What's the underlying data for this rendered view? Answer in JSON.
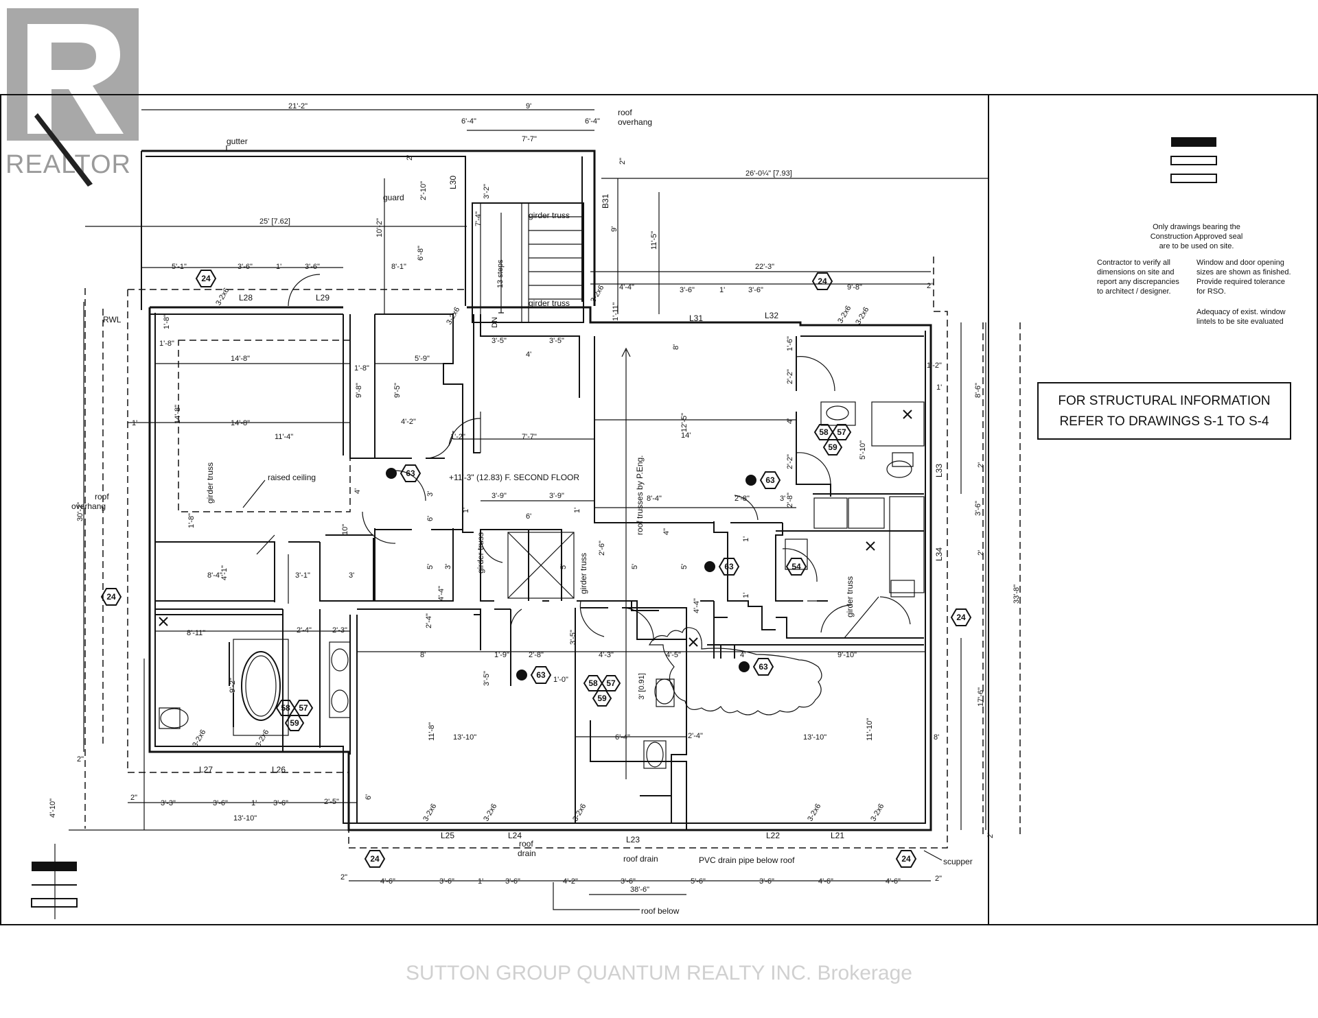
{
  "brand": {
    "logo_text": "REALTOR",
    "logo_color": "#9a9a9a"
  },
  "watermark": "SUTTON GROUP QUANTUM REALTY INC. Brokerage",
  "notes": {
    "seal": [
      "Only drawings bearing the",
      "Construction Approved seal",
      "are to be used on site."
    ],
    "contractor": [
      "Contractor to verify all",
      "dimensions on site and",
      "report any discrepancies",
      "to architect / designer."
    ],
    "openings": [
      "Window and door opening",
      "sizes are shown as finished.",
      "Provide required tolerance",
      "for RSO."
    ],
    "lintels": [
      "Adequacy of  exist. window",
      "lintels to be site evaluated"
    ]
  },
  "structural_box": [
    "FOR STRUCTURAL INFORMATION",
    "REFER TO DRAWINGS S-1 TO  S-4"
  ],
  "labels": {
    "gutter": "gutter",
    "guard": "guard",
    "roof_overhang_top": [
      "roof",
      "overhang"
    ],
    "roof_overhang_left": [
      "roof",
      "overhang"
    ],
    "rwl": "RWL",
    "raised_ceiling": "raised ceiling",
    "girder_truss": "girder truss",
    "steps": "13 steps",
    "dn": "DN",
    "second_floor": "+11'-3\" (12.83) F. SECOND FLOOR",
    "roof_trusses": "roof trusses by P.Eng.",
    "roof_drain_left": [
      "roof",
      "drain"
    ],
    "roof_drain": "roof drain",
    "pvc": "PVC drain pipe below roof",
    "scupper": "scupper",
    "roof_below": "roof below"
  },
  "lintels": {
    "L28": "L28",
    "L29": "L29",
    "L30": "L30",
    "L31": "L31",
    "L32": "L32",
    "B31": "B31",
    "L33": "L33",
    "L34": "L34",
    "L27": "L27",
    "L26": "L26",
    "L25": "L25",
    "L24": "L24",
    "L23": "L23",
    "L22": "L22",
    "L21": "L21"
  },
  "tags": {
    "t24": "24",
    "t63": "63",
    "t58": "58",
    "t57": "57",
    "t59": "59",
    "t54": "54"
  },
  "dims": {
    "top_overall": "21'-2\"",
    "top_9": "9'",
    "d64a": "6'-4\"",
    "d64b": "6'-4\"",
    "d77top": "7'-7\"",
    "d2a": "2'",
    "d6a": "6'",
    "d26_0": "26'-0¼\" [7.93]",
    "d25": "25' [7.62]",
    "d2_10": "2'-10\"",
    "d3_2": "3'-2\"",
    "d10_2": "10'-2\"",
    "d6_8": "6'-8\"",
    "d9": "9'",
    "d11_5": "11'-5\"",
    "d7_4": "7'-4\"",
    "d22_3": "22'-3\"",
    "d5_1": "5'-1\"",
    "d3_6a": "3'-6\"",
    "d1a": "1'",
    "d3_6b": "3'-6\"",
    "d8_1": "8'-1\"",
    "d4_4": "4'-4\"",
    "d3_6c": "3'-6\"",
    "d1b": "1'",
    "d3_6d": "3'-6\"",
    "d9_8": "9'-8\"",
    "d2b": "2\"",
    "d2c": "2\"",
    "d1_11": "1'-11\"",
    "d3_2b": "3'-2x6",
    "d1_8a": "1'-8\"",
    "d1_8b": "1'-8\"",
    "d14_8a": "14'-8\"",
    "d5_9": "5'-9\"",
    "d1_8c": "1'-8\"",
    "d9_5": "9'-5\"",
    "d9_8b": "9'-8\"",
    "d3_5a": "3'-5\"",
    "d4a": "4'",
    "d3_5b": "3'-5\"",
    "d8b": "8'",
    "d1_6": "1'-6\"",
    "d1_2a": "1'-2\"",
    "d8_6": "8'-6\"",
    "d2_2a": "2'-2\"",
    "d1c": "1'",
    "d14_8b": "14'-8\"",
    "d14_8c": "14'-8\"",
    "d11_4": "11'-4\"",
    "d4_2": "4'-2\"",
    "d1_2b": "1'-2\"",
    "d7_7": "7'-7\"",
    "d12_5": "12'-5\"",
    "d14": "14'",
    "d4b": "4'",
    "d5_10": "5'-10\"",
    "d2_2b": "2'-2\"",
    "d2d": "2'",
    "d30_2": "30'-2\"",
    "d4c": "4'",
    "d3a": "3'",
    "d3_9a": "3'-9\"",
    "d3_9b": "3'-9\"",
    "d8_4": "8'-4\"",
    "d2_8a": "2'-8\"",
    "d3b": "3'",
    "d2_8b": "2'-8\"",
    "d3_6e": "3'-6\"",
    "d6b": "6'",
    "d1_8d": "1'-8\"",
    "d10c": "10\"",
    "d6c": "6'",
    "d4d": "4\"",
    "d2_6": "2'-6\"",
    "d1d": "1'",
    "d2e": "2'",
    "d8_4b": "8'-4\"",
    "d4_1": "4'-1\"",
    "d3_1": "3'-1\"",
    "d3c": "3'",
    "d5a": "5'",
    "d3d": "3'",
    "d5b": "5'",
    "d5c": "5'",
    "d5d": "5'",
    "d1e": "1'",
    "d33_8": "33'-8\"",
    "d4_4b": "4'-4\"",
    "d4_4c": "4'-4\"",
    "d1f": "1'",
    "d8_11": "8'-11\"",
    "d2_4": "2'-4\"",
    "d2_3": "2'-3\"",
    "d2_4b": "2'-4\"",
    "d3_5c": "3'-5\"",
    "d9_2": "9'-2\"",
    "d8c": "8'",
    "d1_9": "1'-9\"",
    "d2_8c": "2'-8\"",
    "d4_3": "4'-3\"",
    "d4_5": "4'-5\"",
    "d4e": "4'",
    "d9_10": "9'-10\"",
    "d3_0": "3' [0.91]",
    "d1_0": "1'-0\"",
    "d3_5d": "3'-5\"",
    "d13_10a": "13'-10\"",
    "d11_8": "11'-8\"",
    "d6_4": "6'-4\"",
    "d2_4c": "2'-4\"",
    "d13_10b": "13'-10\"",
    "d11_10": "11'-10\"",
    "d17_6": "17'-6\"",
    "d8d": "8'",
    "d2f": "2\"",
    "d4_10": "4'-10\"",
    "d2g": "2\"",
    "d3_3": "3'-3\"",
    "d3_6f": "3'-6\"",
    "d1g": "1'",
    "d3_6g": "3'-6\"",
    "d2_5": "2'-5\"",
    "d13_10c": "13'-10\"",
    "d6d": "6'",
    "d2h": "2\"",
    "d4_6a": "4'-6\"",
    "d3_6h": "3'-6\"",
    "d1h": "1'",
    "d3_6i": "3'-6\"",
    "d4_2b": "4'-2\"",
    "d3_6j": "3'-6\"",
    "d5_6": "5'-6\"",
    "d3_6k": "3'-6\"",
    "d4_6b": "4'-6\"",
    "d4_6c": "4'-6\"",
    "d2i": "2\"",
    "d38_6": "38'-6\"",
    "d2j": "2'",
    "d2x6a": "3-2x6",
    "d2x6b": "3-2x6",
    "d2x6c": "3-2x6",
    "d2x6d": "3-2x6",
    "d2x6e": "3-2x6",
    "d2x6f": "3-2x6",
    "d2x6g": "3-2x6",
    "d2x6h": "3-2x6",
    "d2x6i": "3-2x6",
    "d2x6j": "3-2x6",
    "d2x6k": "3-2x6",
    "d2x6l": "3-2x6"
  }
}
